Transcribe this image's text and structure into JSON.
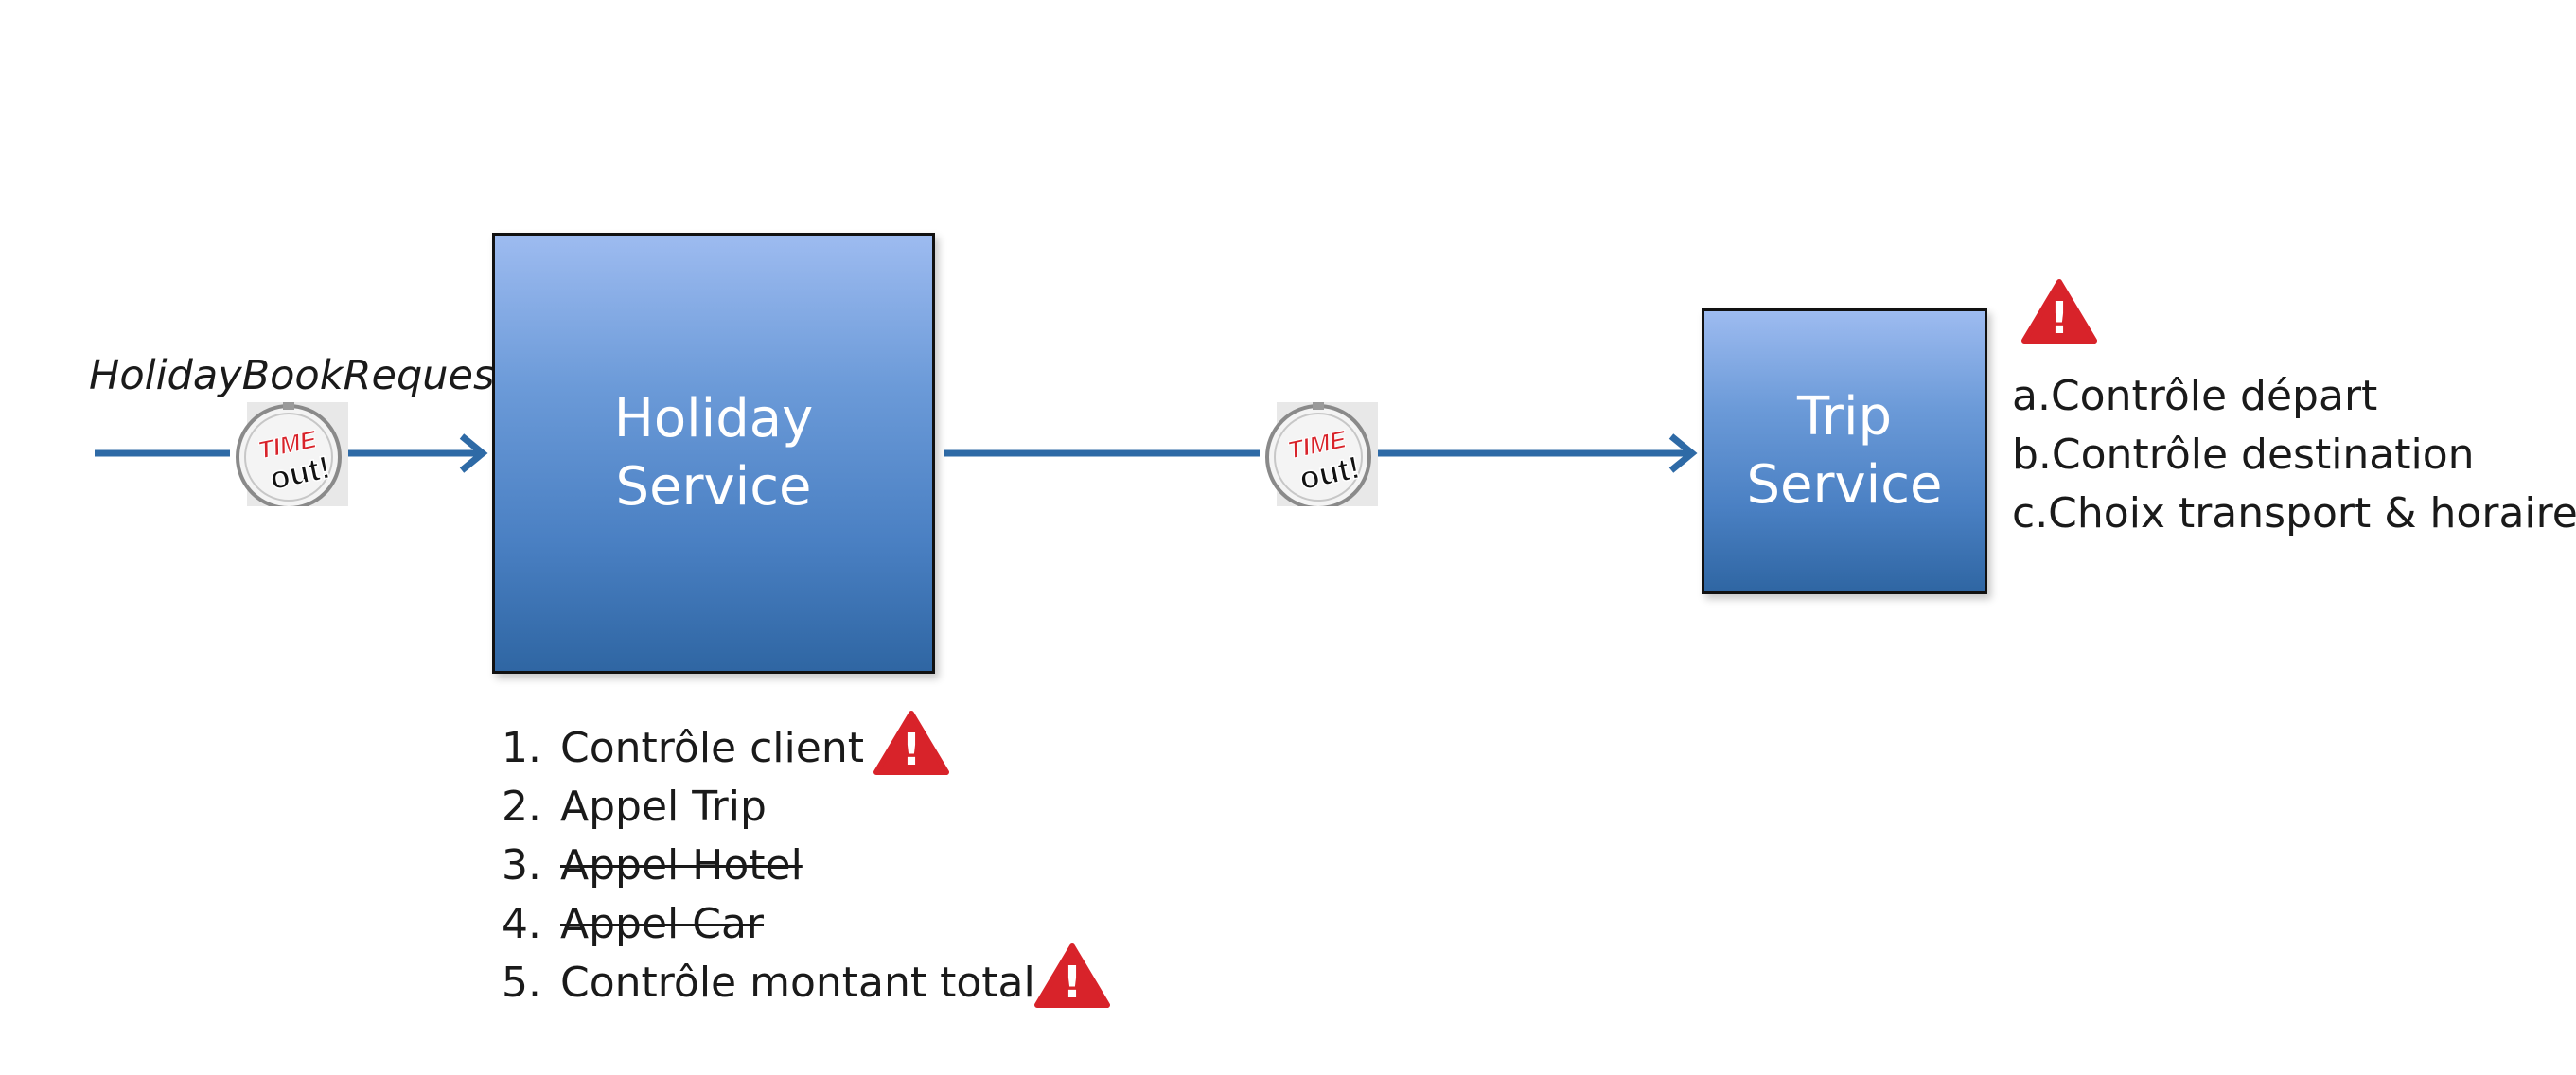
{
  "diagram": {
    "request_label": "HolidayBookRequest",
    "colors": {
      "arrow": "#2e6aa6",
      "box_top": "#9dbbf0",
      "box_bottom": "#2f66a3",
      "box_text": "#ffffff",
      "warning": "#d8232a"
    },
    "holiday_service": {
      "title": "Holiday Service",
      "steps": [
        {
          "number": "1.",
          "label": "Contrôle client",
          "struck": false,
          "warning": true
        },
        {
          "number": "2.",
          "label": "Appel Trip",
          "struck": false,
          "warning": false
        },
        {
          "number": "3.",
          "label": "Appel Hotel",
          "struck": true,
          "warning": false
        },
        {
          "number": "4.",
          "label": "Appel Car",
          "struck": true,
          "warning": false
        },
        {
          "number": "5.",
          "label": "Contrôle montant total",
          "struck": false,
          "warning": true
        }
      ]
    },
    "trip_service": {
      "title": "Trip Service",
      "warning": true,
      "steps": [
        {
          "label": "a.Contrôle départ"
        },
        {
          "label": "b.Contrôle destination"
        },
        {
          "label": "c.Choix transport & horaire"
        }
      ]
    },
    "timeout_badge": {
      "line1": "TIME",
      "line2": "out!",
      "icon": "stopwatch-timeout-icon"
    },
    "warning_icon": "warning-triangle-icon",
    "warning_symbol": "!"
  }
}
